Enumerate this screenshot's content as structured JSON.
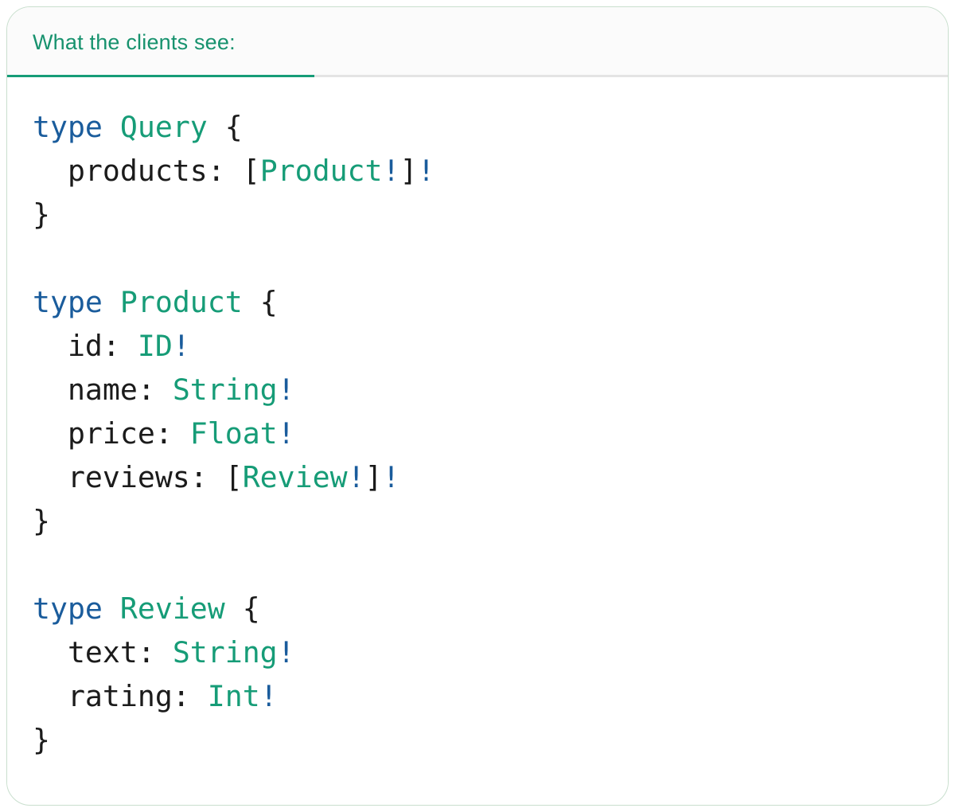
{
  "panel": {
    "tab_label": "What the clients see:"
  },
  "colors": {
    "accent_green": "#169c77",
    "keyword_blue": "#1a5c9c",
    "plain_text": "#1b1b1b",
    "tab_text": "#17926e",
    "divider_gray": "#e4e4e4",
    "card_border": "#c9dfce",
    "header_bg": "#fbfbfb",
    "code_bg": "#ffffff"
  },
  "code": {
    "language": "graphql",
    "lines": [
      [
        {
          "t": "type",
          "c": "kw"
        },
        {
          "t": " ",
          "c": "plain"
        },
        {
          "t": "Query",
          "c": "type"
        },
        {
          "t": " {",
          "c": "plain"
        }
      ],
      [
        {
          "t": "  products: [",
          "c": "plain"
        },
        {
          "t": "Product",
          "c": "type"
        },
        {
          "t": "!",
          "c": "kw"
        },
        {
          "t": "]",
          "c": "plain"
        },
        {
          "t": "!",
          "c": "kw"
        }
      ],
      [
        {
          "t": "}",
          "c": "plain"
        }
      ],
      [],
      [
        {
          "t": "type",
          "c": "kw"
        },
        {
          "t": " ",
          "c": "plain"
        },
        {
          "t": "Product",
          "c": "type"
        },
        {
          "t": " {",
          "c": "plain"
        }
      ],
      [
        {
          "t": "  id: ",
          "c": "plain"
        },
        {
          "t": "ID",
          "c": "type"
        },
        {
          "t": "!",
          "c": "kw"
        }
      ],
      [
        {
          "t": "  name: ",
          "c": "plain"
        },
        {
          "t": "String",
          "c": "type"
        },
        {
          "t": "!",
          "c": "kw"
        }
      ],
      [
        {
          "t": "  price: ",
          "c": "plain"
        },
        {
          "t": "Float",
          "c": "type"
        },
        {
          "t": "!",
          "c": "kw"
        }
      ],
      [
        {
          "t": "  reviews: [",
          "c": "plain"
        },
        {
          "t": "Review",
          "c": "type"
        },
        {
          "t": "!",
          "c": "kw"
        },
        {
          "t": "]",
          "c": "plain"
        },
        {
          "t": "!",
          "c": "kw"
        }
      ],
      [
        {
          "t": "}",
          "c": "plain"
        }
      ],
      [],
      [
        {
          "t": "type",
          "c": "kw"
        },
        {
          "t": " ",
          "c": "plain"
        },
        {
          "t": "Review",
          "c": "type"
        },
        {
          "t": " {",
          "c": "plain"
        }
      ],
      [
        {
          "t": "  text: ",
          "c": "plain"
        },
        {
          "t": "String",
          "c": "type"
        },
        {
          "t": "!",
          "c": "kw"
        }
      ],
      [
        {
          "t": "  rating: ",
          "c": "plain"
        },
        {
          "t": "Int",
          "c": "type"
        },
        {
          "t": "!",
          "c": "kw"
        }
      ],
      [
        {
          "t": "}",
          "c": "plain"
        }
      ]
    ]
  }
}
